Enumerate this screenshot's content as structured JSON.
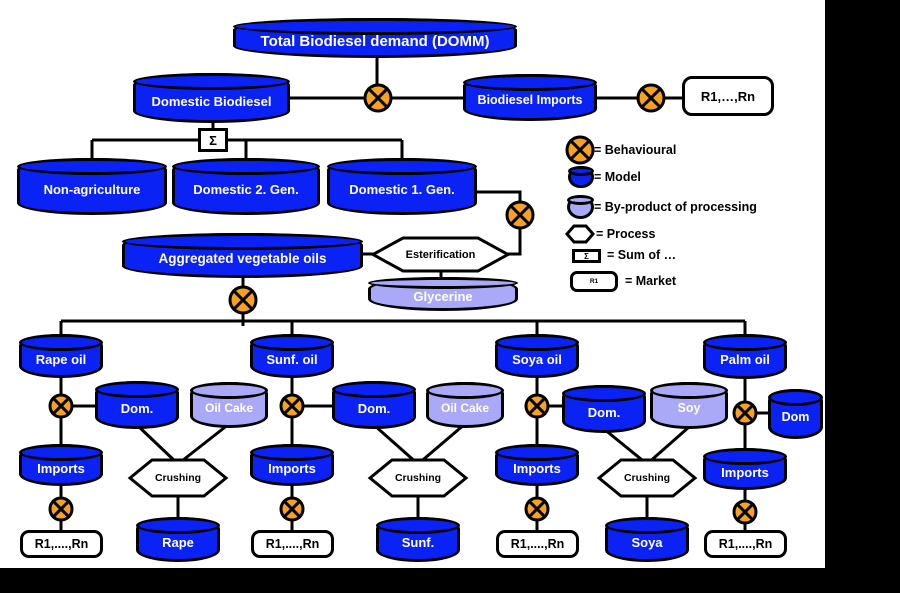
{
  "nodes": {
    "domm": "Total Biodiesel demand (DOMM)",
    "domestic_biodiesel": "Domestic Biodiesel",
    "biodiesel_imports": "Biodiesel Imports",
    "imports_market": "R1,…,Rn",
    "sum_symbol": "Σ",
    "non_agriculture": "Non-agriculture",
    "domestic_2gen": "Domestic 2. Gen.",
    "domestic_1gen": "Domestic 1. Gen.",
    "aggregated_oils": "Aggregated vegetable oils",
    "esterification": "Esterification",
    "glycerine": "Glycerine"
  },
  "branches": [
    {
      "oil": "Rape oil",
      "dom": "Dom.",
      "cake": "Oil Cake",
      "imports": "Imports",
      "market": "R1,....,Rn",
      "process": "Crushing",
      "seed": "Rape"
    },
    {
      "oil": "Sunf. oil",
      "dom": "Dom.",
      "cake": "Oil Cake",
      "imports": "Imports",
      "market": "R1,....,Rn",
      "process": "Crushing",
      "seed": "Sunf."
    },
    {
      "oil": "Soya oil",
      "dom": "Dom.",
      "cake": "Soy",
      "imports": "Imports",
      "market": "R1,....,Rn",
      "process": "Crushing",
      "seed": "Soya"
    },
    {
      "oil": "Palm oil",
      "dom": "Dom",
      "imports": "Imports",
      "market": "R1,....,Rn"
    }
  ],
  "legend": {
    "behavioural": "= Behavioural",
    "model": "= Model",
    "byproduct": "= By-product of processing",
    "process": "= Process",
    "sum": "= Sum of …",
    "market": "= Market",
    "sum_symbol": "Σ",
    "market_symbol": "R1"
  },
  "colors": {
    "model_fill": "#0b22f5",
    "byproduct_fill": "#a9a9f7",
    "behavioural_fill": "#f7a11f",
    "outline": "#000000",
    "canvas": "#ffffff",
    "frame": "#000000",
    "label_on_model": "#ffffff"
  }
}
